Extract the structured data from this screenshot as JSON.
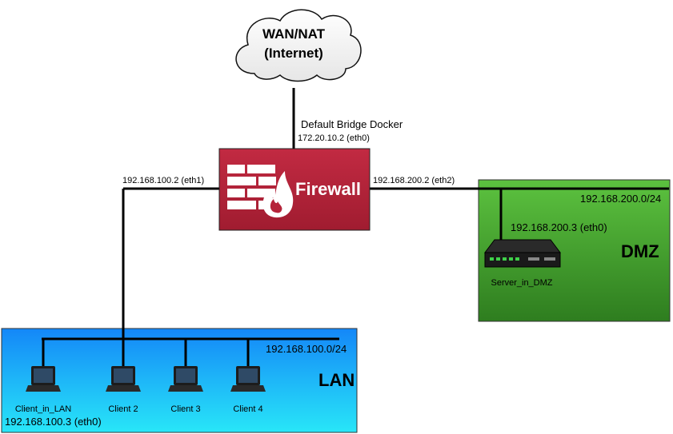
{
  "cloud": {
    "line1": "WAN/NAT",
    "line2": "(Internet)"
  },
  "wan_link": {
    "name": "Default Bridge Docker",
    "ip": "172.20.10.2 (eth0)"
  },
  "firewall": {
    "label": "Firewall",
    "lan_ip": "192.168.100.2 (eth1)",
    "dmz_ip": "192.168.200.2 (eth2)",
    "color": "#b5243a"
  },
  "dmz": {
    "label": "DMZ",
    "subnet": "192.168.200.0/24",
    "server_ip": "192.168.200.3 (eth0)",
    "server_name": "Server_in_DMZ",
    "color": "#3f9a2a"
  },
  "lan": {
    "label": "LAN",
    "subnet": "192.168.100.0/24",
    "clients": [
      {
        "name": "Client_in_LAN"
      },
      {
        "name": "Client 2"
      },
      {
        "name": "Client 3"
      },
      {
        "name": "Client 4"
      }
    ],
    "client_ip": "192.168.100.3 (eth0)",
    "color": "#1f8df5"
  }
}
